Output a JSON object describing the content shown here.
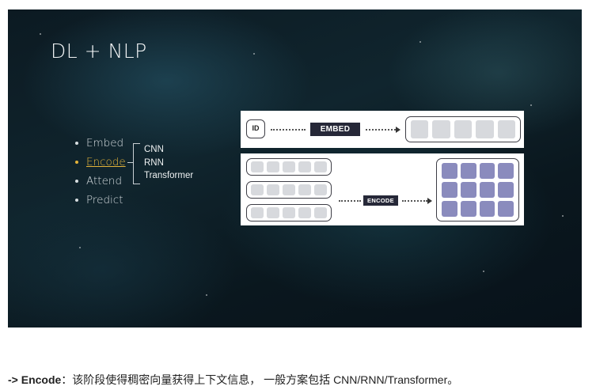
{
  "slide": {
    "title": "DL + NLP",
    "bullets": [
      "Embed",
      "Encode",
      "Attend",
      "Predict"
    ],
    "active_bullet": "Encode",
    "encode_options": [
      "CNN",
      "RNN",
      "Transformer"
    ],
    "accent_color": "#e3b33a"
  },
  "diagram": {
    "embed_row": {
      "input_label": "ID",
      "step_label": "EMBED",
      "output_cells": 5
    },
    "encode_row": {
      "step_label": "ENCODE",
      "input_vectors": 3,
      "cells_per_vector": 5,
      "output_grid": [
        3,
        4
      ]
    },
    "matrix_color": "#8a8bbd"
  },
  "caption": {
    "prefix": "-> Encode",
    "text": "：该阶段使得稠密向量获得上下文信息， 一般方案包括 CNN/RNN/Transformer。"
  }
}
